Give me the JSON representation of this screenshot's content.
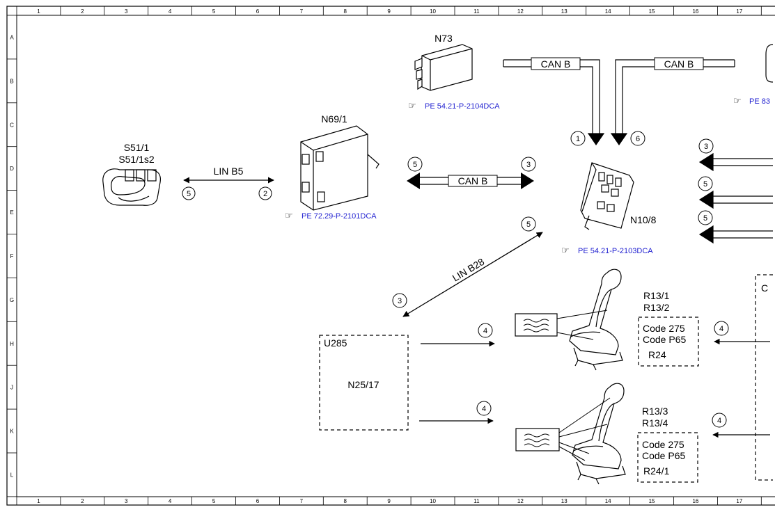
{
  "grid": {
    "columns": [
      "1",
      "2",
      "3",
      "4",
      "5",
      "6",
      "7",
      "8",
      "9",
      "10",
      "11",
      "12",
      "13",
      "14",
      "15",
      "16",
      "17"
    ],
    "rows": [
      "A",
      "B",
      "C",
      "D",
      "E",
      "F",
      "G",
      "H",
      "J",
      "K",
      "L"
    ]
  },
  "components": {
    "s51_1": "S51/1",
    "s51_1s2": "S51/1s2",
    "n69_1": "N69/1",
    "n73": "N73",
    "n10_8": "N10/8",
    "u285": "U285",
    "n25_17": "N25/17",
    "r13_1": "R13/1",
    "r13_2": "R13/2",
    "r13_3": "R13/3",
    "r13_4": "R13/4",
    "r24": "R24",
    "r24_1": "R24/1",
    "code_275": "Code 275",
    "code_p65": "Code P65",
    "right_box_partial": "C"
  },
  "references": {
    "n69_1_ref": "PE 72.29-P-2101DCA",
    "n73_ref": "PE 54.21-P-2104DCA",
    "n10_8_ref": "PE 54.21-P-2103DCA",
    "right_ref_partial": "PE 83"
  },
  "buses": {
    "lin_b5": "LIN B5",
    "lin_b28": "LIN B28",
    "can_b": "CAN B"
  },
  "signal_numbers": {
    "s51_side": "5",
    "n69_side": "2",
    "can_left": "5",
    "can_right": "3",
    "bus_in_1": "1",
    "bus_in_6": "6",
    "right_in_top": "3",
    "right_in_mid": "5",
    "right_in_low": "5",
    "lin_n10": "5",
    "lin_u285": "3",
    "to_seat_upper": "4",
    "to_seat_lower": "4",
    "from_right_upper": "4",
    "from_right_lower": "4"
  }
}
